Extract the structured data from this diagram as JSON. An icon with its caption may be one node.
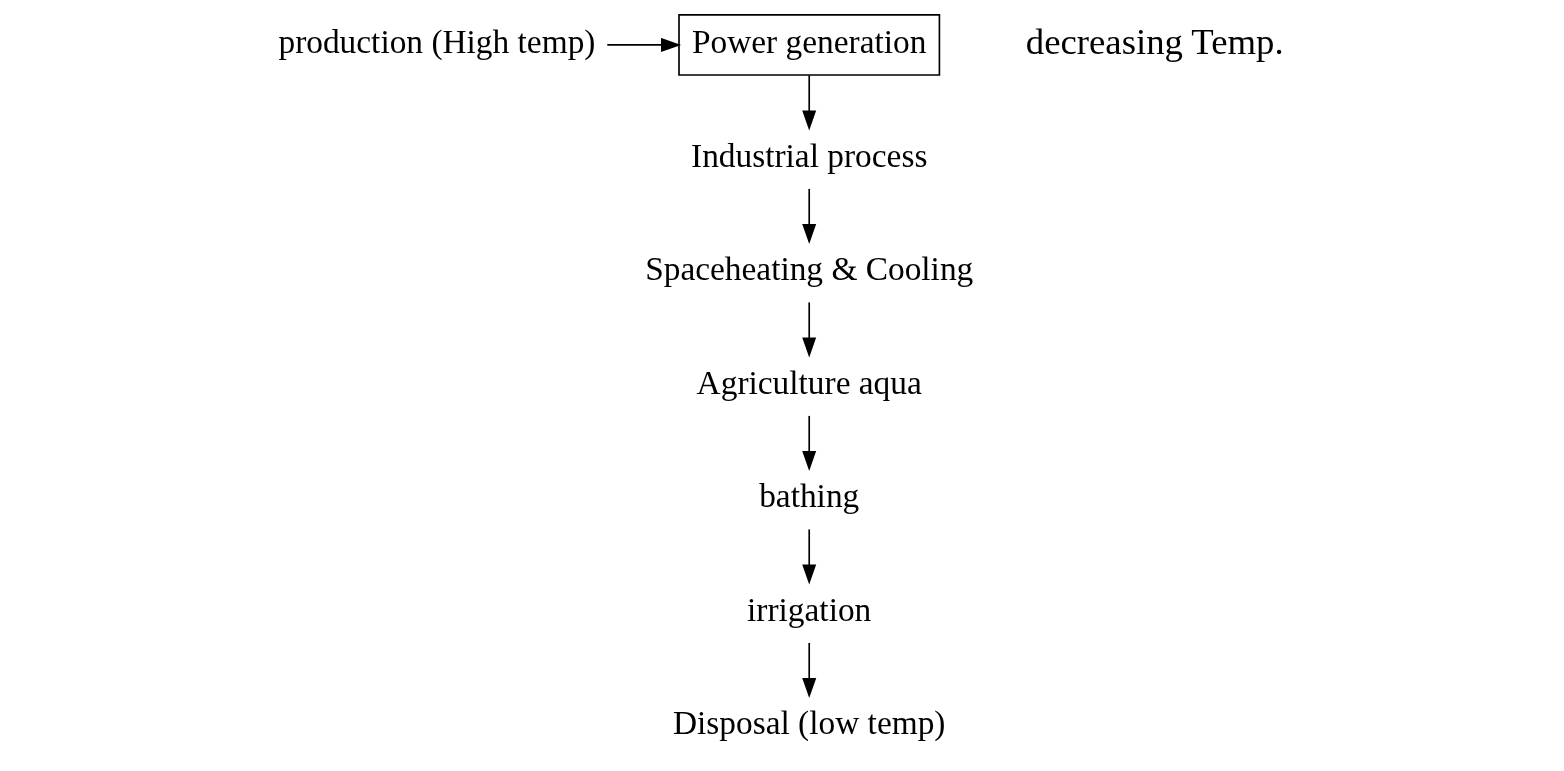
{
  "diagram": {
    "nodes": [
      {
        "text": [
          "production (High temp)"
        ]
      },
      {
        "text": [
          "Power generation"
        ]
      },
      {
        "text": [
          "Industrial process"
        ]
      },
      {
        "text": [
          "Spaceheating & Cooling"
        ]
      },
      {
        "text": [
          "Agriculture aqua"
        ]
      },
      {
        "text": [
          "bathing"
        ]
      },
      {
        "text": [
          "irrigation"
        ]
      },
      {
        "text": [
          "Disposal (low temp)"
        ]
      }
    ],
    "edges": [
      {
        "from": 0,
        "to": 1,
        "arrow": "to"
      },
      {
        "from": 1,
        "to": 2,
        "arrow": "to"
      },
      {
        "from": 2,
        "to": 3,
        "arrow": "to"
      },
      {
        "from": 3,
        "to": 4,
        "arrow": "to"
      },
      {
        "from": 4,
        "to": 5,
        "arrow": "to"
      },
      {
        "from": 5,
        "to": 6,
        "arrow": "to"
      },
      {
        "from": 6,
        "to": 7,
        "arrow": "to"
      }
    ],
    "labels": [
      "decreasing Temp."
    ]
  }
}
